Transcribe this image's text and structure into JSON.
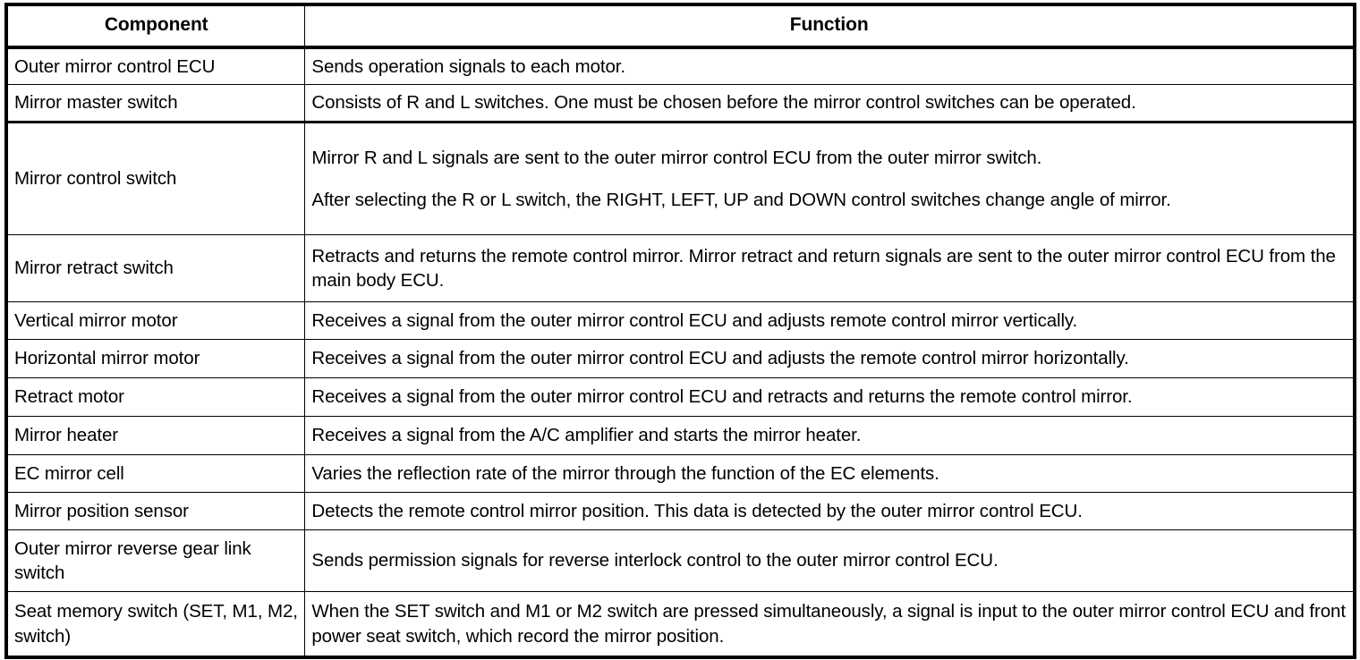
{
  "table": {
    "columns": [
      {
        "key": "component",
        "label": "Component"
      },
      {
        "key": "function",
        "label": "Function"
      }
    ],
    "rows": [
      {
        "component": "Outer mirror control ECU",
        "function_paragraphs": [
          "Sends operation signals to each motor."
        ]
      },
      {
        "component": "Mirror master switch",
        "function_paragraphs": [
          "Consists of R and L switches. One must be chosen before the mirror control switches can be operated."
        ]
      },
      {
        "component": "Mirror control switch",
        "function_paragraphs": [
          "Mirror R and L signals are sent to the outer mirror control ECU from the outer mirror switch.",
          "After selecting the R or L switch, the RIGHT, LEFT, UP and DOWN control switches change angle of mirror."
        ]
      },
      {
        "component": "Mirror retract switch",
        "function_paragraphs": [
          "Retracts and returns the remote control mirror. Mirror retract and return signals are sent to the outer mirror control ECU from the main body ECU."
        ]
      },
      {
        "component": "Vertical mirror motor",
        "function_paragraphs": [
          "Receives a signal from the outer mirror control ECU and adjusts remote control mirror vertically."
        ]
      },
      {
        "component": "Horizontal mirror motor",
        "function_paragraphs": [
          "Receives a signal from the outer mirror control ECU and adjusts the remote control mirror horizontally."
        ]
      },
      {
        "component": "Retract motor",
        "function_paragraphs": [
          "Receives a signal from the outer mirror control ECU and retracts and returns the remote control mirror."
        ]
      },
      {
        "component": "Mirror heater",
        "function_paragraphs": [
          "Receives a signal from the A/C amplifier and starts the mirror heater."
        ]
      },
      {
        "component": "EC mirror cell",
        "function_paragraphs": [
          "Varies the reflection rate of the mirror through the function of the EC elements."
        ]
      },
      {
        "component": "Mirror position sensor",
        "function_paragraphs": [
          "Detects the remote control mirror position. This data is detected by the outer mirror control ECU."
        ]
      },
      {
        "component": "Outer mirror reverse gear link switch",
        "function_paragraphs": [
          "Sends permission signals for reverse interlock control to the outer mirror control ECU."
        ]
      },
      {
        "component": "Seat memory switch (SET, M1, M2, switch)",
        "function_paragraphs": [
          "When the SET switch and M1 or M2 switch are pressed simultaneously, a signal is input to the outer mirror control ECU and front power seat switch, which record the mirror position."
        ]
      }
    ]
  },
  "colors": {
    "border": "#000000",
    "text": "#000000",
    "background": "#ffffff"
  }
}
